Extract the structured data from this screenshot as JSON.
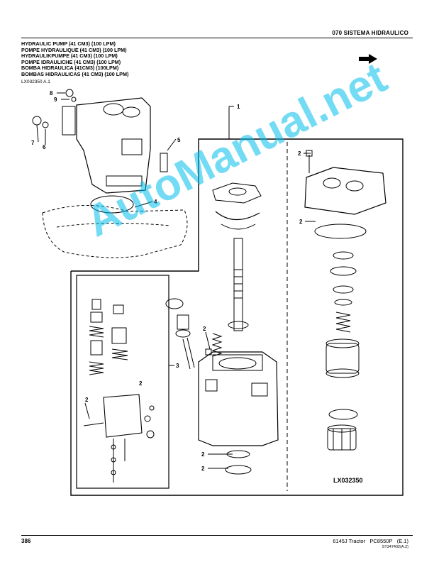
{
  "header": {
    "section": "070 SISTEMA HIDRAULICO",
    "titles": [
      "HYDRAULIC PUMP (41 CM3) (100 LPM)",
      "POMPE HYDRAULIQUE (41 CM3) (100 LPM)",
      "HYDRAULIKPUMPE (41 CM3) (100 LPM)",
      "POMPE IDRAULICHE (41 CM3) (100 LPM)",
      "BOMBA HIDRAULICA (41CM3) (100LPM)",
      "BOMBAS HIDRAULICAS (41 CM3) (100 LPM)"
    ],
    "reference": "LX032350 A.1"
  },
  "diagram": {
    "callouts": [
      "1",
      "2",
      "3",
      "4",
      "5",
      "6",
      "7",
      "8",
      "9"
    ],
    "figure_id": "LX032350"
  },
  "watermark": "AutoManual.net",
  "footer": {
    "page_number": "386",
    "model": "6145J Tractor",
    "catalog": "PC8550P",
    "edition": "(E.1)",
    "code": "ST347402(A.2)"
  },
  "icons": {
    "direction": "right-arrow-icon"
  }
}
